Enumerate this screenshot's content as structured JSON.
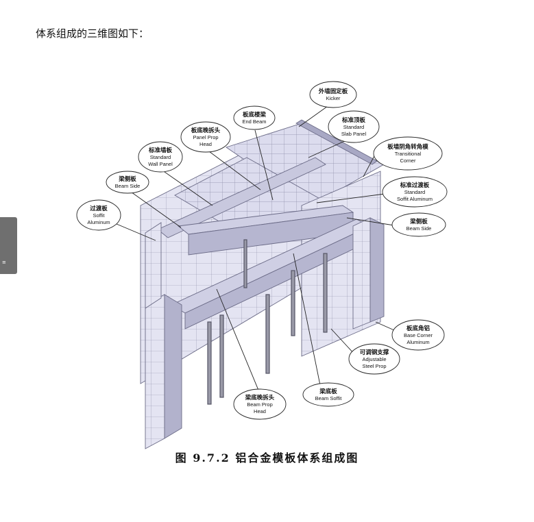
{
  "intro_text": "体系组成的三维图如下：",
  "caption": "图 9.7.2  铝合金模板体系组成图",
  "colors": {
    "panel_fill": "#d8d8ea",
    "panel_stroke": "#6a6a86",
    "panel_dark": "#a8a8c4",
    "prop_fill": "#9a9aa8",
    "leader": "#222222"
  },
  "labels": [
    {
      "id": "kicker",
      "zh": "外墙固定板",
      "en": [
        "Kicker"
      ]
    },
    {
      "id": "end-beam",
      "zh": "板底楼梁",
      "en": [
        "End Beam"
      ]
    },
    {
      "id": "standard-slab-panel",
      "zh": "标准顶板",
      "en": [
        "Standard",
        "Slab Panel"
      ]
    },
    {
      "id": "panel-prop-head",
      "zh": "板底晚拆头",
      "en": [
        "Panel Prop",
        "Head"
      ]
    },
    {
      "id": "standard-wall-panel",
      "zh": "标准墙板",
      "en": [
        "Standard",
        "Wall Panel"
      ]
    },
    {
      "id": "transitional-corner",
      "zh": "板墙阴角转角模",
      "en": [
        "Transitional",
        "Corner"
      ]
    },
    {
      "id": "beam-side-left",
      "zh": "梁侧板",
      "en": [
        "Beam Side"
      ]
    },
    {
      "id": "standard-soffit-aluminum",
      "zh": "标准过渡板",
      "en": [
        "Standard",
        "Soffit Aluminum"
      ]
    },
    {
      "id": "soffit-aluminum",
      "zh": "过渡板",
      "en": [
        "Soffit",
        "Aluminum"
      ]
    },
    {
      "id": "beam-side-right",
      "zh": "梁侧板",
      "en": [
        "Beam Side"
      ]
    },
    {
      "id": "base-corner-aluminum",
      "zh": "板底角铝",
      "en": [
        "Base Corner",
        "Aluminum"
      ]
    },
    {
      "id": "adjustable-steel-prop",
      "zh": "可调钢支撑",
      "en": [
        "Adjustable",
        "Steel  Prop"
      ]
    },
    {
      "id": "beam-soffit",
      "zh": "梁底板",
      "en": [
        "Beam Soffit"
      ]
    },
    {
      "id": "beam-prop-head",
      "zh": "梁底晚拆头",
      "en": [
        "Beam Prop",
        "Head"
      ]
    }
  ]
}
